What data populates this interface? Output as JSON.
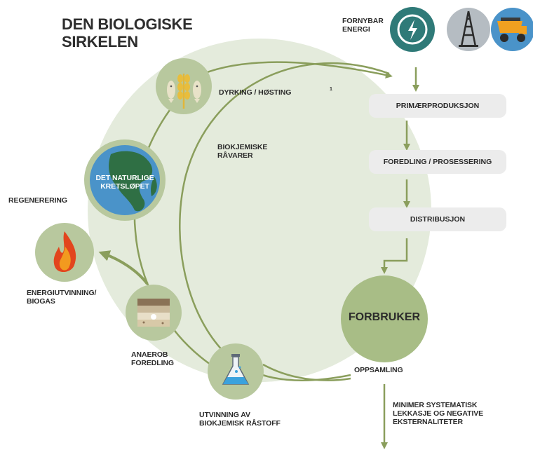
{
  "title_line1": "DEN BIOLOGISKE",
  "title_line2": "SIRKELEN",
  "renewable_line1": "FORNYBAR",
  "renewable_line2": "ENERGI",
  "footnote_marker": "1",
  "labels": {
    "dyrking": "DYRKING / HØSTING",
    "biokjemiske_1": "BIOKJEMISKE",
    "biokjemiske_2": "RÅVARER",
    "naturlige_1": "DET NATURLIGE",
    "naturlige_2": "KRETSLØPET",
    "regenerering": "REGENERERING",
    "energi_1": "ENERGIUTVINNING/",
    "energi_2": "BIOGAS",
    "anaerob_1": "ANAEROB",
    "anaerob_2": "FOREDLING",
    "utvinning_1": "UTVINNING AV",
    "utvinning_2": "BIOKJEMISK RÅSTOFF",
    "oppsamling": "OPPSAMLING",
    "minimer_1": "MINIMER SYSTEMATISK",
    "minimer_2": "LEKKASJE OG NEGATIVE",
    "minimer_3": "EKSTERNALITETER",
    "forbruker": "FORBRUKER"
  },
  "steps": [
    "PRIMÆRPRODUKSJON",
    "FOREDLING / PROSESSERING",
    "DISTRIBUSJON"
  ],
  "colors": {
    "accent_green": "#8a9e5c",
    "circle_fill": "#e3eadb",
    "node_fill": "#b8c89e",
    "energy_teal": "#2f7a78",
    "globe_blue": "#4a93c9"
  },
  "icons": [
    "renewable-energy-icon",
    "oil-derrick-icon",
    "mining-truck-icon",
    "crops-icon",
    "globe-icon",
    "fire-icon",
    "soil-layers-icon",
    "flask-icon"
  ]
}
